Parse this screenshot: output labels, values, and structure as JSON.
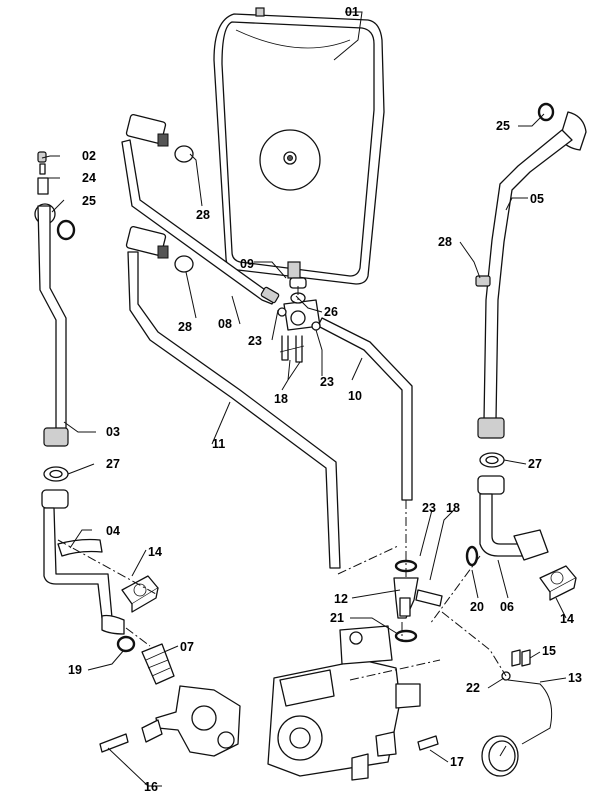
{
  "part_labels": {
    "p01": "01",
    "p02": "02",
    "p24": "24",
    "p25a": "25",
    "p25b": "25",
    "p03": "03",
    "p27a": "27",
    "p27b": "27",
    "p04": "04",
    "p14a": "14",
    "p14b": "14",
    "p19": "19",
    "p07": "07",
    "p16": "16",
    "p28a": "28",
    "p28b": "28",
    "p28c": "28",
    "p09": "09",
    "p26": "26",
    "p08": "08",
    "p23a": "23",
    "p23b": "23",
    "p23c": "23",
    "p18a": "18",
    "p18b": "18",
    "p10": "10",
    "p11": "11",
    "p05": "05",
    "p12": "12",
    "p21": "21",
    "p20": "20",
    "p06": "06",
    "p15": "15",
    "p22": "22",
    "p13": "13",
    "p17": "17"
  }
}
